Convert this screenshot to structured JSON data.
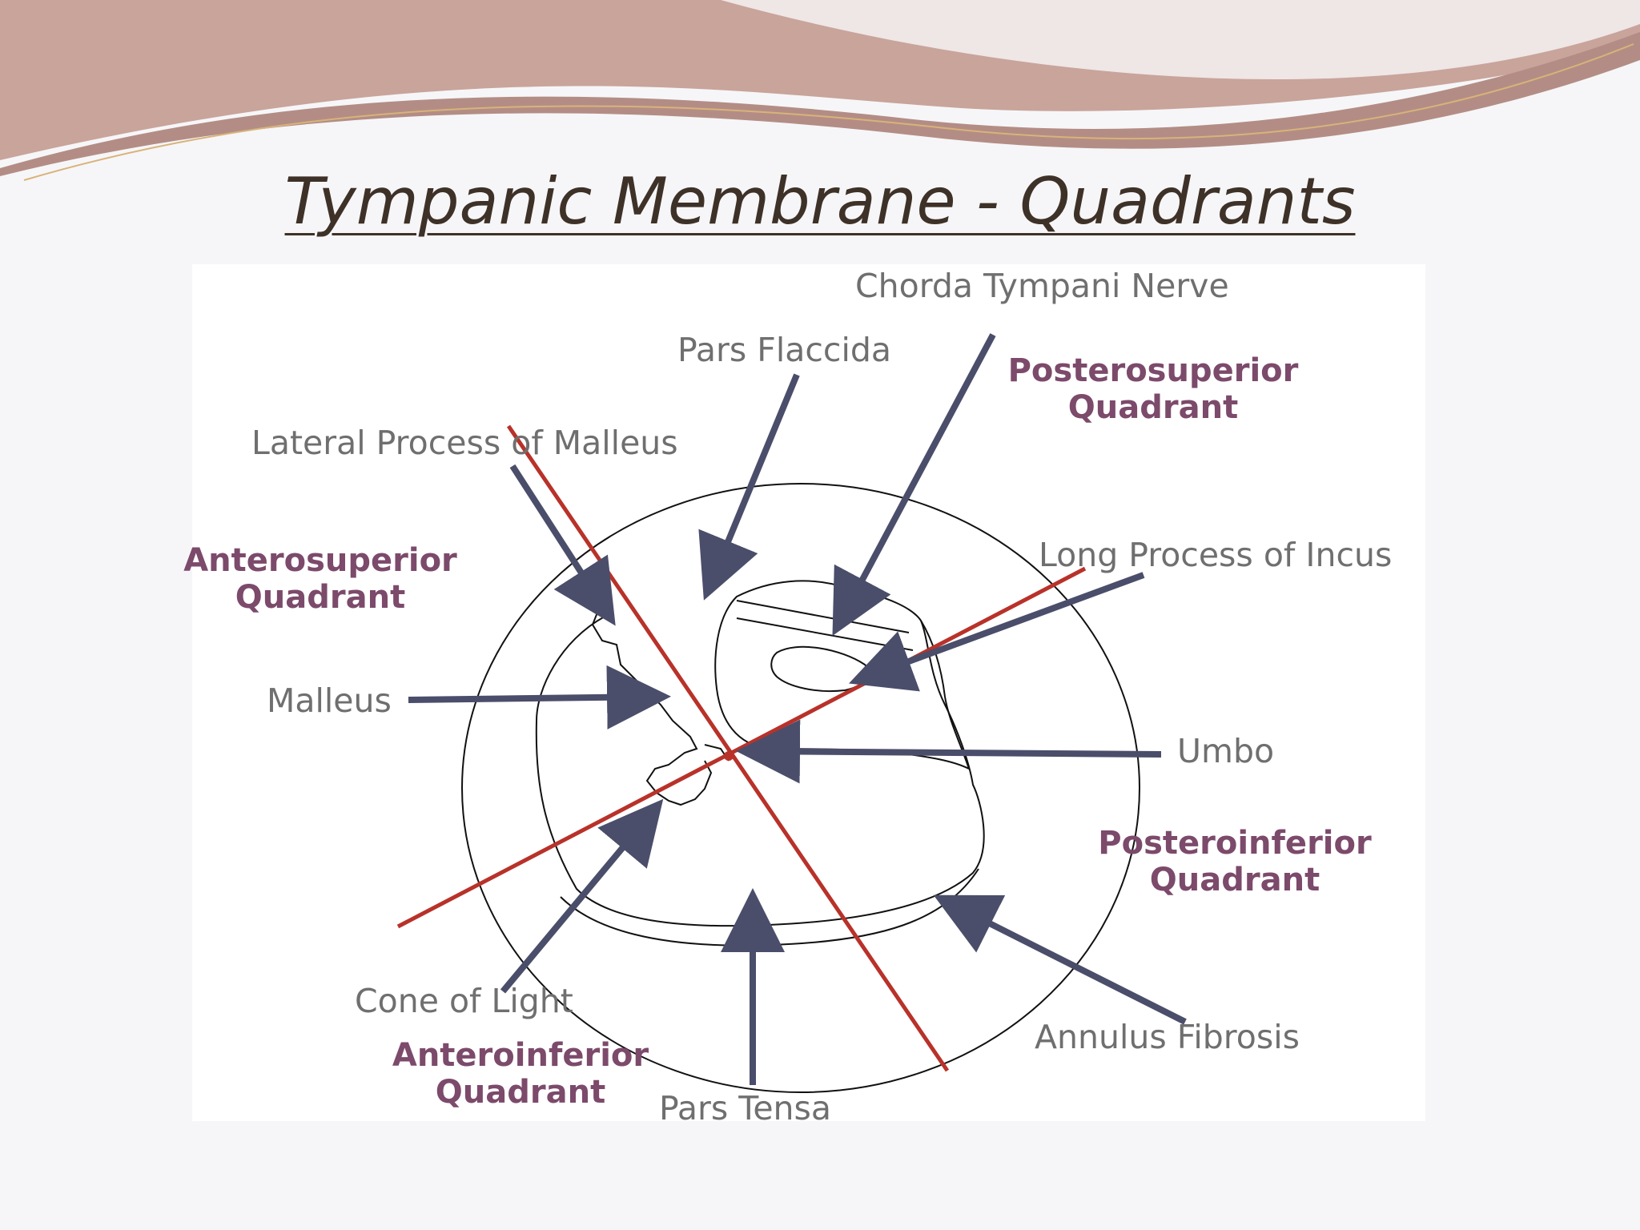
{
  "slide": {
    "title": "Tympanic Membrane - Quadrants"
  },
  "diagram": {
    "labels": {
      "chorda_tympani": "Chorda Tympani Nerve",
      "pars_flaccida": "Pars Flaccida",
      "lateral_process": "Lateral Process of Malleus",
      "long_process_incus": "Long Process of Incus",
      "malleus": "Malleus",
      "umbo": "Umbo",
      "cone_of_light": "Cone of Light",
      "annulus_fibrosis": "Annulus Fibrosis",
      "pars_tensa": "Pars Tensa"
    },
    "quadrants": {
      "posterosuperior": [
        "Posterosuperior",
        "Quadrant"
      ],
      "anterosuperior": [
        "Anterosuperior",
        "Quadrant"
      ],
      "posteroinferior": [
        "Posteroinferior",
        "Quadrant"
      ],
      "anteroinferior": [
        "Anteroinferior",
        "Quadrant"
      ]
    },
    "colors": {
      "axis_line": "#b8322a",
      "arrow": "#4a4e6a",
      "quadrant_text": "#7c4a6b",
      "label_text": "#6f6f6f",
      "title_text": "#3e3128"
    }
  }
}
